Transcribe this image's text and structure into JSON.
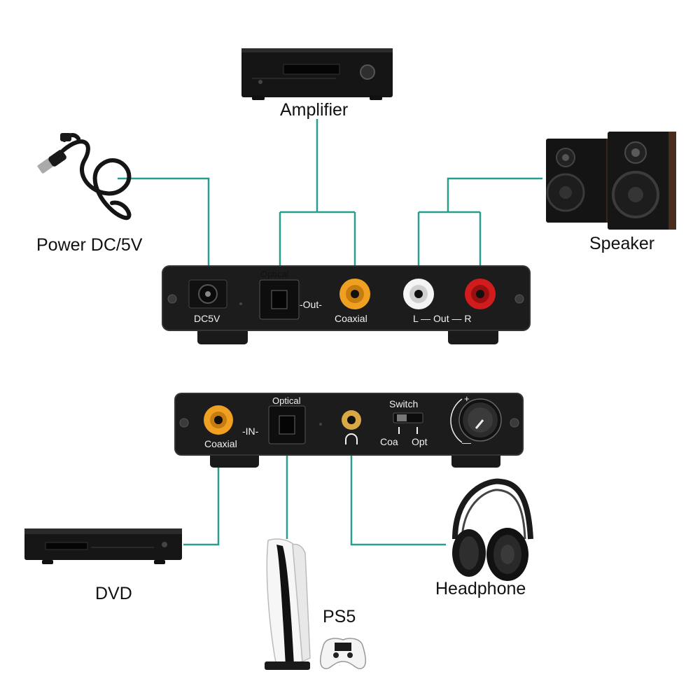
{
  "labels": {
    "amplifier": "Amplifier",
    "power": "Power DC/5V",
    "speaker": "Speaker",
    "dvd": "DVD",
    "ps5": "PS5",
    "headphone": "Headphone"
  },
  "rear_panel": {
    "dc": "DC5V",
    "optical": "Optical",
    "out": "-Out-",
    "coaxial": "Coaxial",
    "lr": "L — Out — R"
  },
  "front_panel": {
    "coaxial": "Coaxial",
    "in": "-IN-",
    "optical": "Optical",
    "switch": "Switch",
    "coa": "Coa",
    "opt": "Opt",
    "plus": "+",
    "minus": "—"
  },
  "colors": {
    "connector_line": "#2a9d8f",
    "device_body": "#1c1c1c",
    "coaxial_jack": "#f0a020",
    "red_jack": "#d01c1c",
    "white_jack": "#f4f4f4"
  },
  "icons": [
    "usb-cable-icon",
    "amplifier-icon",
    "speaker-icon",
    "dvd-player-icon",
    "ps5-console-icon",
    "controller-icon",
    "headphone-icon"
  ]
}
